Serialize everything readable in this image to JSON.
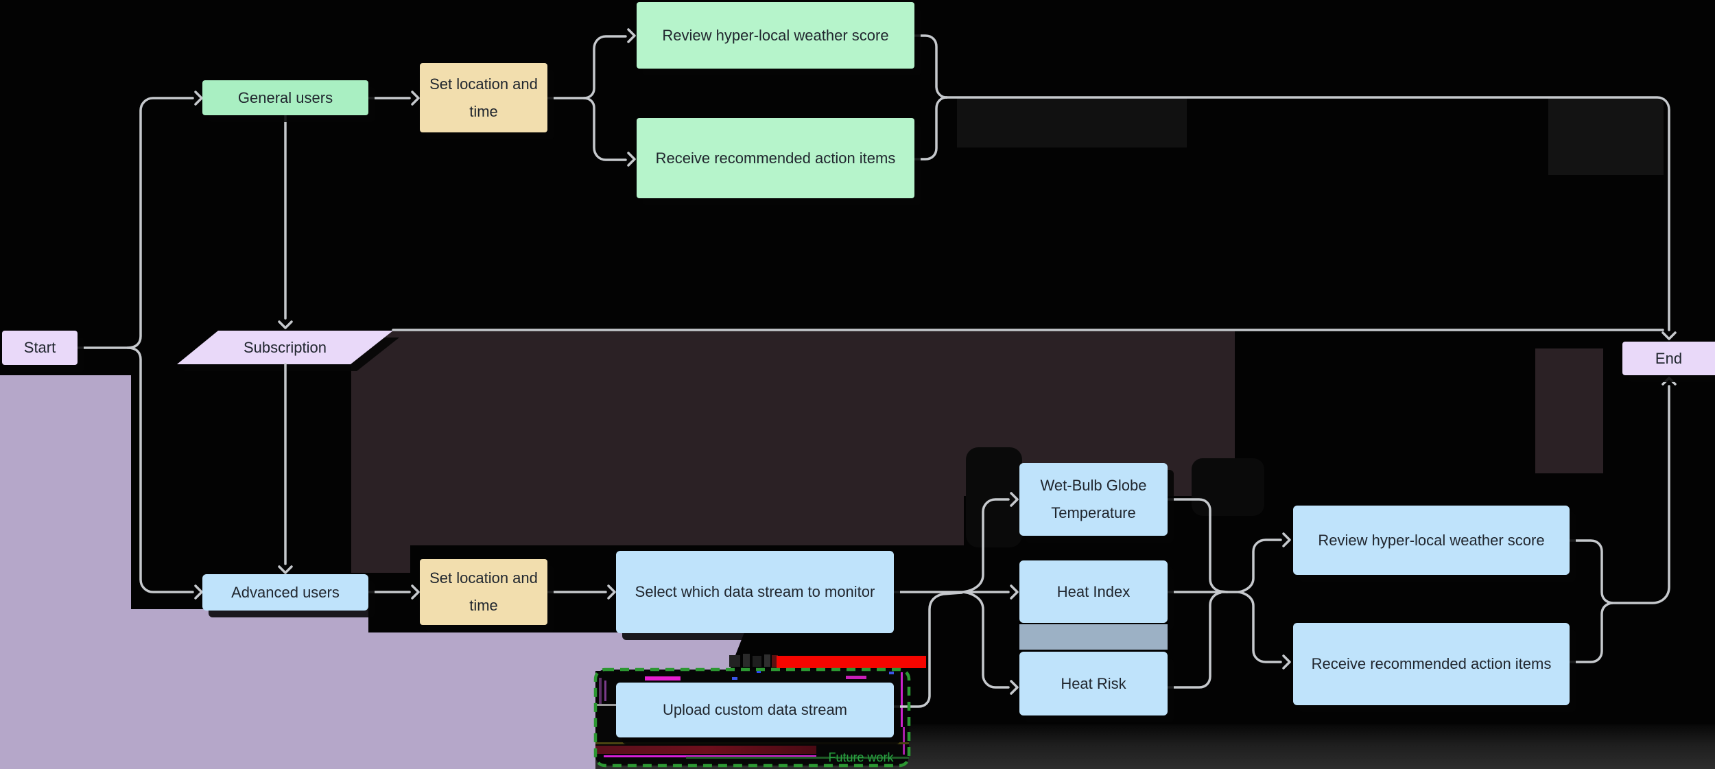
{
  "diagram_type": "flowchart",
  "colors": {
    "background": "#030303",
    "lavender_region": "#b5a7c9",
    "maroon_region": "#2b2125",
    "edge_line": "#c6c9cd",
    "node_green_dark": "#a9efc2",
    "node_green_light": "#b6f4cb",
    "node_tan": "#f2deae",
    "node_blue": "#bfe3fb",
    "node_purple": "#e9d9f9",
    "gray_divider_bar": "#9cb1c5",
    "glitch_red_bar": "#f60500",
    "glitch_maroon_stripe": "#6e0f1c",
    "glitch_magenta": "#d81fd8",
    "future_box_dash_green": "#2c9732",
    "future_text_green": "#2aa043",
    "node_text": "#20262e"
  },
  "nodes": {
    "start": {
      "label": "Start",
      "shape": "rect"
    },
    "general_users": {
      "label": "General users",
      "shape": "rect"
    },
    "set_location_time_top": {
      "label": "Set location and time",
      "shape": "rect"
    },
    "review_weather_score_top": {
      "label": "Review hyper-local weather score",
      "shape": "rect"
    },
    "receive_action_items_top": {
      "label": "Receive recommended action items",
      "shape": "rect"
    },
    "subscription": {
      "label": "Subscription",
      "shape": "parallelogram"
    },
    "advanced_users": {
      "label": "Advanced users",
      "shape": "rect"
    },
    "set_location_time_bottom": {
      "label": "Set location and time",
      "shape": "rect"
    },
    "select_data_stream": {
      "label": "Select which data stream to monitor",
      "shape": "rect"
    },
    "wet_bulb_globe_temperature": {
      "label": "Wet-Bulb Globe Temperature",
      "shape": "rect"
    },
    "heat_index": {
      "label": "Heat Index",
      "shape": "rect"
    },
    "heat_risk": {
      "label": "Heat Risk",
      "shape": "rect"
    },
    "upload_custom_data_stream": {
      "label": "Upload custom data stream",
      "shape": "rect"
    },
    "review_weather_score_bottom": {
      "label": "Review hyper-local weather score",
      "shape": "rect"
    },
    "receive_action_items_bottom": {
      "label": "Receive recommended action items",
      "shape": "rect"
    },
    "end": {
      "label": "End",
      "shape": "rect"
    }
  },
  "edges": [
    {
      "from": "start",
      "to": "general_users"
    },
    {
      "from": "start",
      "to": "advanced_users"
    },
    {
      "from": "general_users",
      "to": "set_location_time_top"
    },
    {
      "from": "general_users",
      "to": "subscription"
    },
    {
      "from": "set_location_time_top",
      "to": "review_weather_score_top"
    },
    {
      "from": "set_location_time_top",
      "to": "receive_action_items_top"
    },
    {
      "from": "review_weather_score_top",
      "to": "end"
    },
    {
      "from": "receive_action_items_top",
      "to": "end"
    },
    {
      "from": "subscription",
      "to": "end"
    },
    {
      "from": "subscription",
      "to": "advanced_users"
    },
    {
      "from": "advanced_users",
      "to": "set_location_time_bottom"
    },
    {
      "from": "set_location_time_bottom",
      "to": "select_data_stream"
    },
    {
      "from": "select_data_stream",
      "to": "wet_bulb_globe_temperature"
    },
    {
      "from": "select_data_stream",
      "to": "heat_index"
    },
    {
      "from": "select_data_stream",
      "to": "heat_risk"
    },
    {
      "from": "upload_custom_data_stream",
      "to": "select_data_stream_fork"
    },
    {
      "from": "wet_bulb_globe_temperature",
      "to": "review_weather_score_bottom"
    },
    {
      "from": "heat_index",
      "to": "review_weather_score_bottom"
    },
    {
      "from": "heat_risk",
      "to": "receive_action_items_bottom"
    },
    {
      "from": "review_weather_score_bottom",
      "to": "end"
    },
    {
      "from": "receive_action_items_bottom",
      "to": "end"
    }
  ],
  "labels": {
    "future_work": "Future work"
  }
}
